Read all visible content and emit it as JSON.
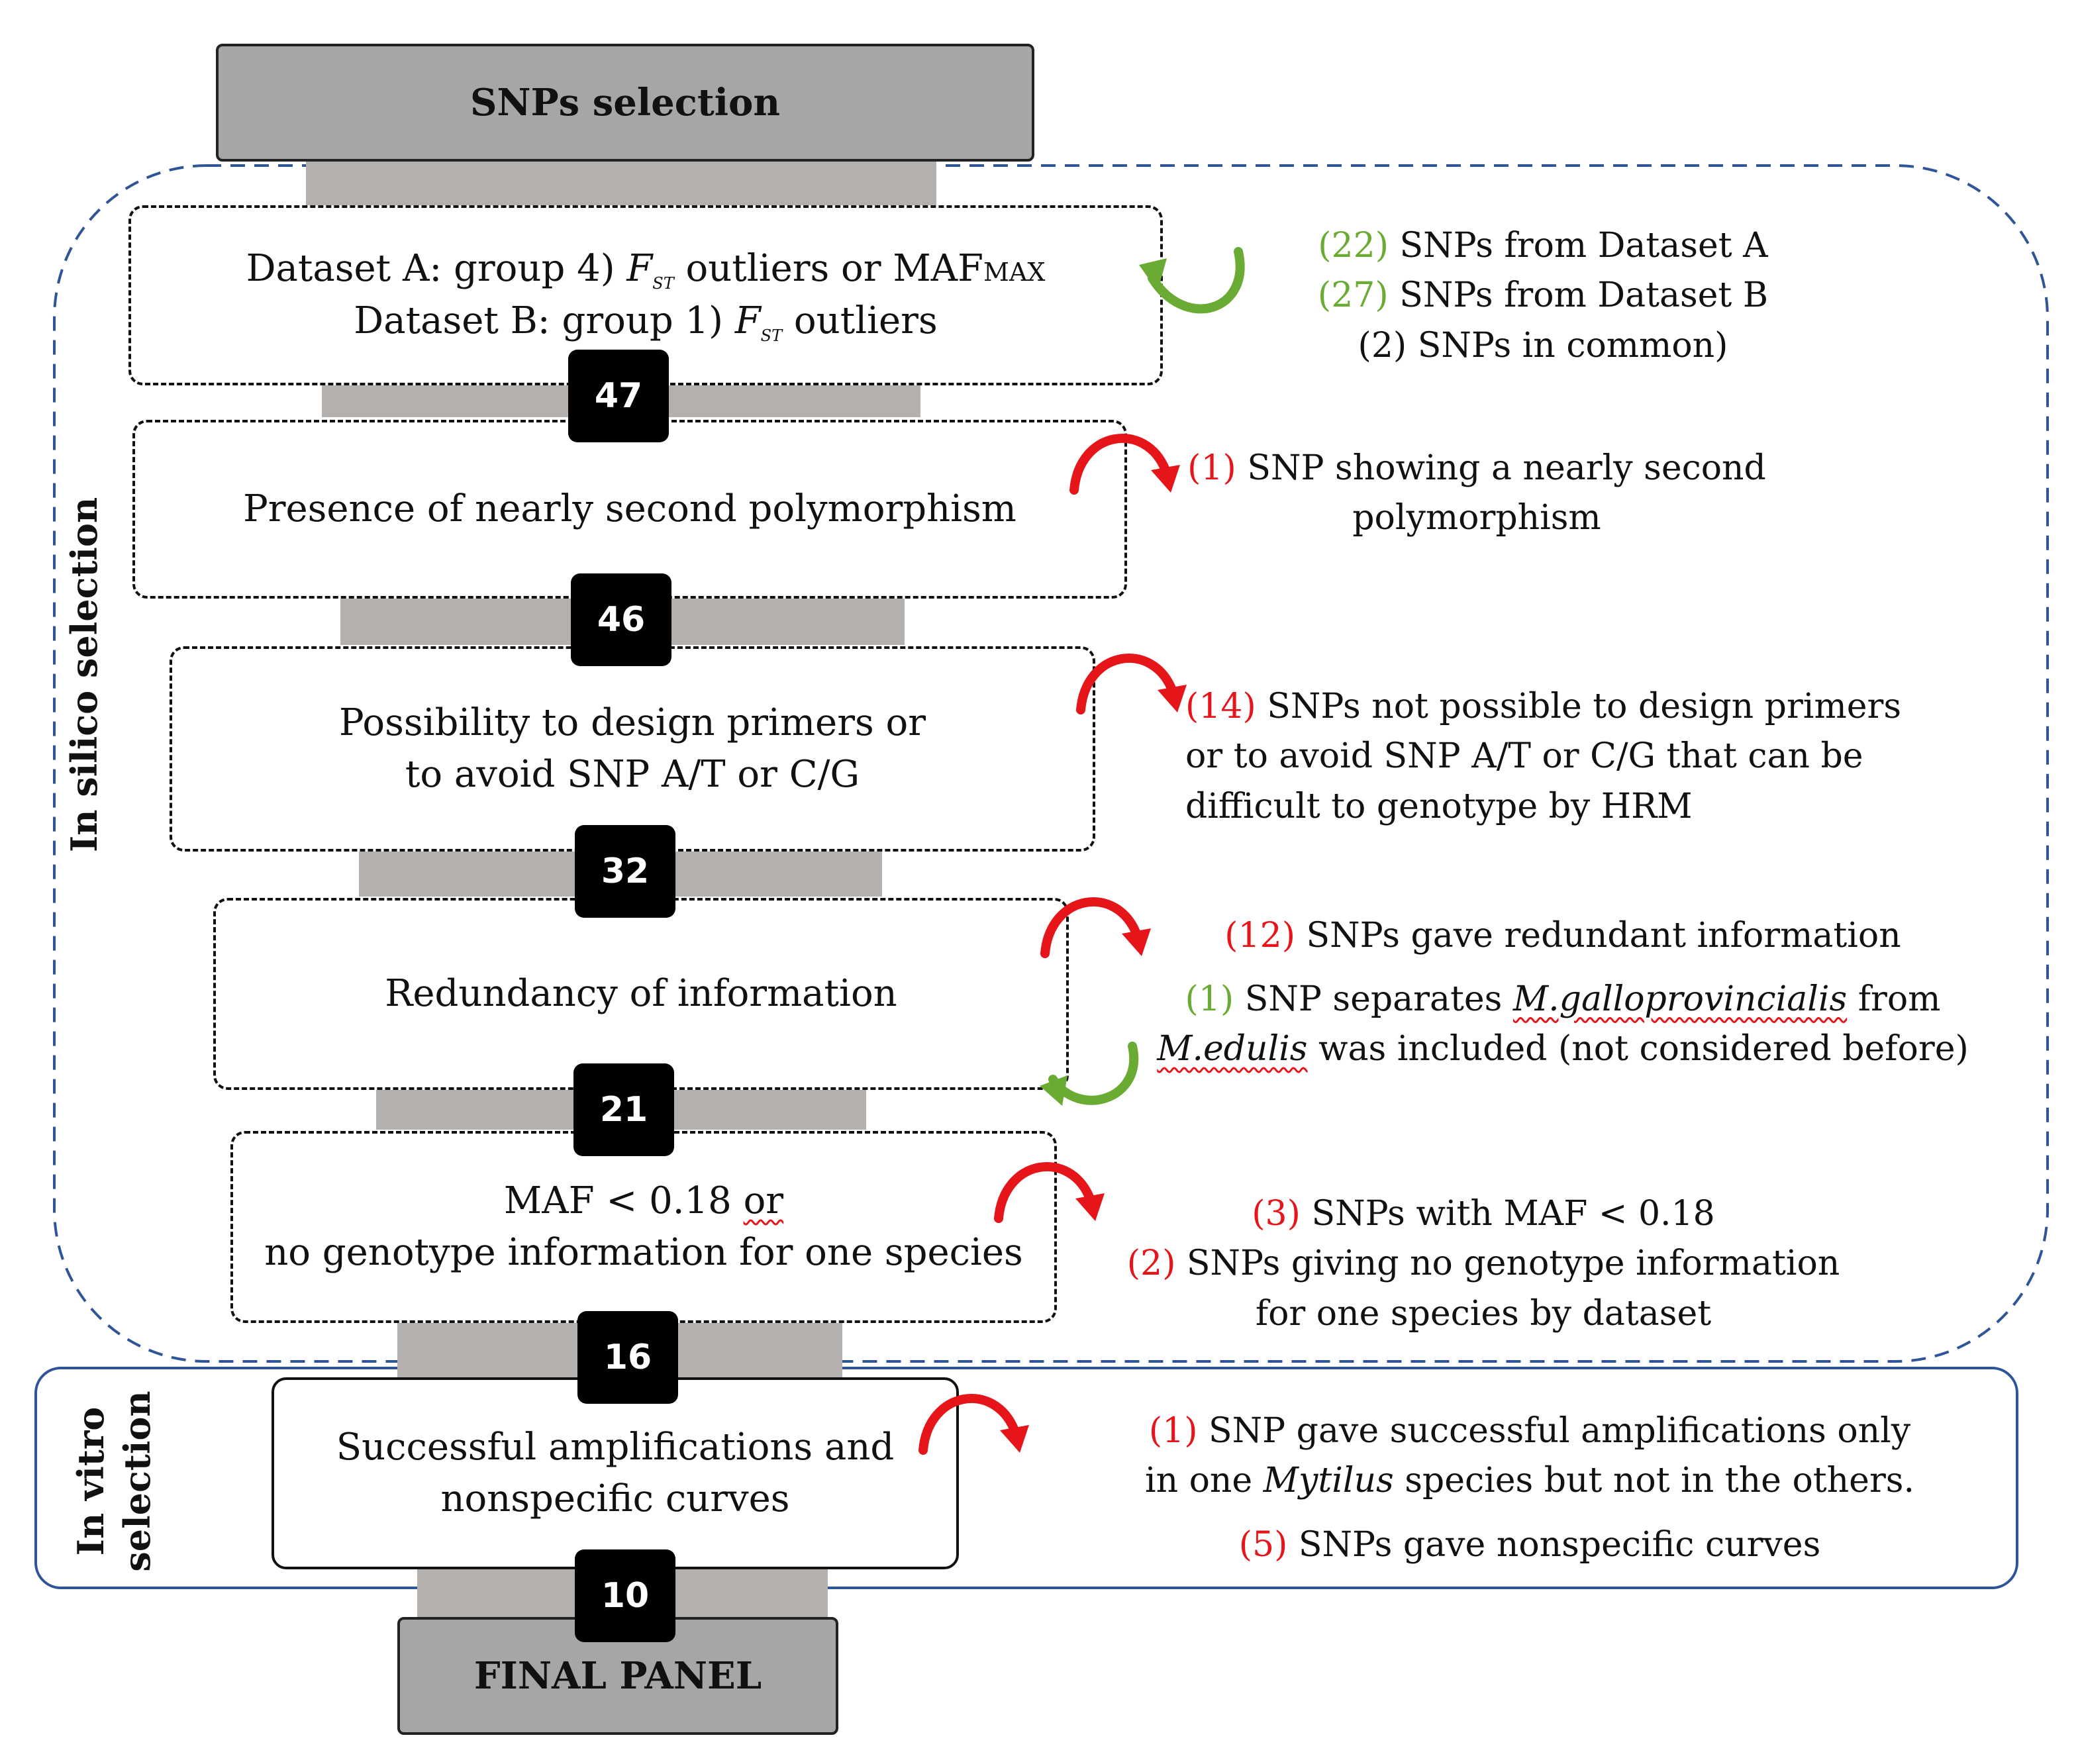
{
  "title": "SNPs selection",
  "final": "FINAL PANEL",
  "stage_labels": {
    "in_silico": "In silico selection",
    "in_vitro_line1": "In vitro",
    "in_vitro_line2": "selection"
  },
  "counts": [
    "47",
    "46",
    "32",
    "21",
    "16",
    "10"
  ],
  "steps": {
    "s1_line1_a": "Dataset A: group 4) ",
    "s1_fst_a": "F",
    "s1_fst_sub_a": "ST",
    "s1_line1_b": " outliers or MAF",
    "s1_max_sub": "MAX",
    "s1_line2_a": "Dataset B: group 1) ",
    "s1_fst_b": "F",
    "s1_fst_sub_b": "ST",
    "s1_line2_b": " outliers",
    "s2": "Presence of nearly second polymorphism",
    "s3_line1": "Possibility to design primers or",
    "s3_line2": "to avoid SNP  A/T  or C/G",
    "s4": "Redundancy  of information",
    "s5_line1_a": "MAF < 0.18 ",
    "s5_line1_or": "or",
    "s5_line2": "no genotype information for one species",
    "s6_line1": "Successful  amplifications and",
    "s6_line2": "nonspecific curves"
  },
  "notes": {
    "n1_a_num": "(22)",
    "n1_a_text": " SNPs from Dataset A",
    "n1_b_num": "(27)",
    "n1_b_text": " SNPs from Dataset B",
    "n1_c": "(2) SNPs in common)",
    "n2_num": "(1)",
    "n2_text": " SNP showing a nearly second",
    "n2_line2": "polymorphism",
    "n3_num": "(14)",
    "n3_text": " SNPs not possible to design primers",
    "n3_line2": "or to avoid SNP A/T or C/G that can be",
    "n3_line3": "difficult to genotype by HRM",
    "n4_num": "(12)",
    "n4_text": " SNPs gave redundant information",
    "n4b_num": "(1)",
    "n4b_text": " SNP separates ",
    "n4b_species1": "M.galloprovincialis",
    "n4b_from": " from",
    "n4b_species2": "M.edulis",
    "n4b_line2": " was included (not considered before)",
    "n5_num": "(3)",
    "n5_text": " SNPs with MAF < 0.18",
    "n5b_num": "(2)",
    "n5b_text": " SNPs giving no genotype information",
    "n5b_line2": "for one species by dataset",
    "n6_num": "(1)",
    "n6_text": " SNP gave successful amplifications only",
    "n6_line2_a": "in one ",
    "n6_species": "Mytilus",
    "n6_line2_b": " species but not in the others.",
    "n6b_num": "(5)",
    "n6b_text": " SNPs gave nonspecific curves"
  },
  "colors": {
    "removed": "#e5151a",
    "added": "#6aab34",
    "funnel": "#b3b0ae",
    "region_border": "#2f5597"
  }
}
